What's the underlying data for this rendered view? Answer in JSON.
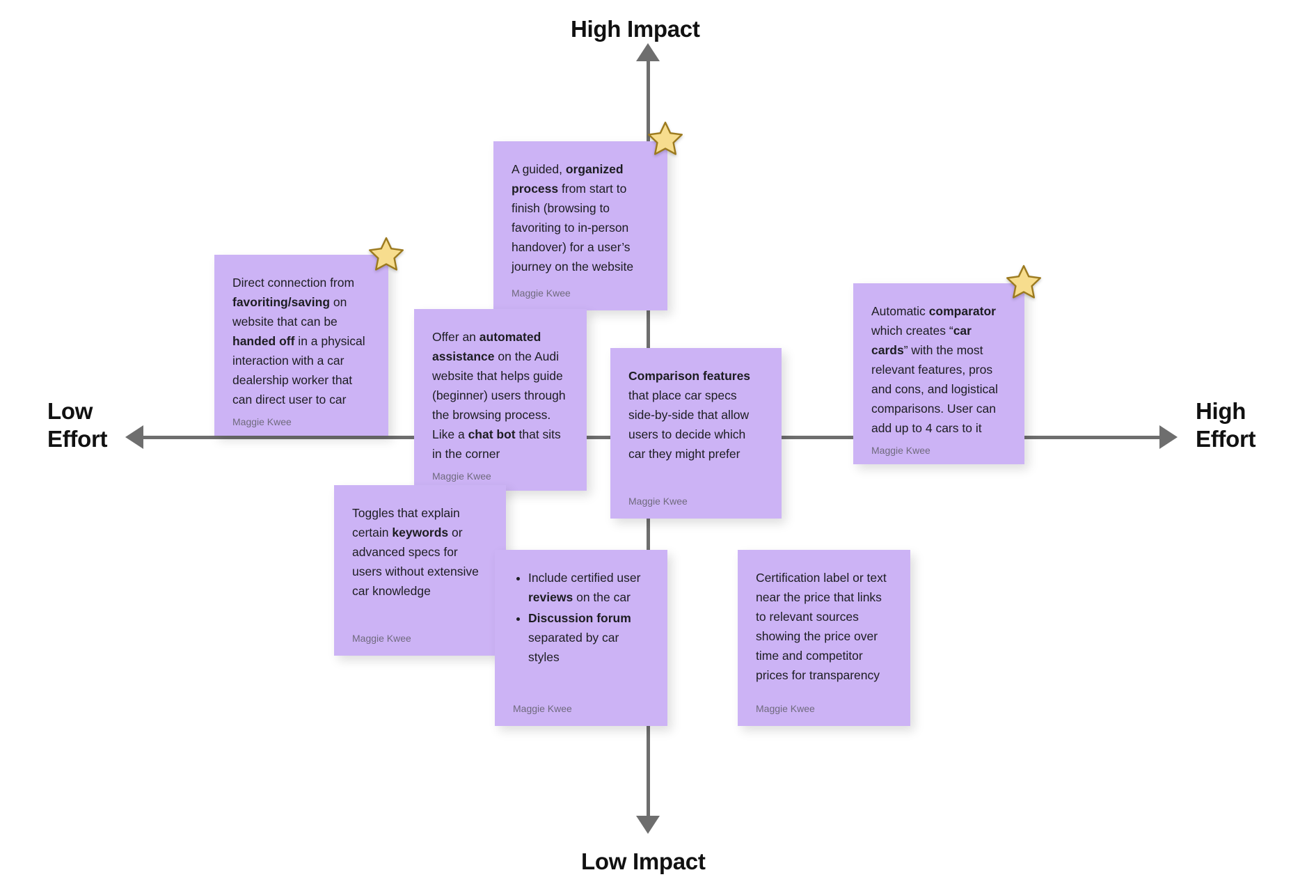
{
  "diagram": {
    "type": "impact-effort-matrix",
    "axes": {
      "top_label": "High Impact",
      "bottom_label": "Low Impact",
      "left_label": "Low\nEffort",
      "right_label": "High\nEffort",
      "axis_color": "#6e6e6e"
    },
    "note_color": "#ccb3f5",
    "author_default": "Maggie Kwee",
    "star_icon": "star-icon",
    "notes": [
      {
        "id": "direct-connection",
        "author": "Maggie Kwee",
        "starred": true,
        "segments": [
          {
            "text": "Direct connection from ",
            "bold": false
          },
          {
            "text": "favoriting/saving",
            "bold": true
          },
          {
            "text": " on website that can be ",
            "bold": false
          },
          {
            "text": "handed off",
            "bold": true
          },
          {
            "text": " in a physical interaction with a car dealership worker that can direct user to car",
            "bold": false
          }
        ]
      },
      {
        "id": "guided-process",
        "author": "Maggie Kwee",
        "starred": true,
        "segments": [
          {
            "text": "A guided, ",
            "bold": false
          },
          {
            "text": "organized process",
            "bold": true
          },
          {
            "text": " from start to finish (browsing to favoriting to in-person handover) for a user’s journey on the website",
            "bold": false
          }
        ]
      },
      {
        "id": "automated-assistance",
        "author": "Maggie Kwee",
        "starred": false,
        "segments": [
          {
            "text": "Offer an ",
            "bold": false
          },
          {
            "text": "automated assistance",
            "bold": true
          },
          {
            "text": " on the Audi website that helps guide (beginner) users through the browsing process. Like a ",
            "bold": false
          },
          {
            "text": "chat bot",
            "bold": true
          },
          {
            "text": " that sits in the corner",
            "bold": false
          }
        ]
      },
      {
        "id": "comparison-features",
        "author": "Maggie Kwee",
        "starred": false,
        "segments": [
          {
            "text": "Comparison features",
            "bold": true
          },
          {
            "text": " that place car specs side-by-side that allow users to decide which car they might prefer",
            "bold": false
          }
        ]
      },
      {
        "id": "automatic-comparator",
        "author": "Maggie Kwee",
        "starred": true,
        "segments": [
          {
            "text": "Automatic ",
            "bold": false
          },
          {
            "text": "comparator",
            "bold": true
          },
          {
            "text": " which creates “",
            "bold": false
          },
          {
            "text": "car cards",
            "bold": true
          },
          {
            "text": "” with the most relevant features, pros and cons, and logistical comparisons. User can add up to 4 cars to it",
            "bold": false
          }
        ]
      },
      {
        "id": "keyword-toggles",
        "author": "Maggie Kwee",
        "starred": false,
        "segments": [
          {
            "text": "Toggles that explain certain ",
            "bold": false
          },
          {
            "text": "keywords",
            "bold": true
          },
          {
            "text": " or advanced specs for users without extensive car knowledge",
            "bold": false
          }
        ]
      },
      {
        "id": "reviews-forum",
        "author": "Maggie Kwee",
        "starred": false,
        "bullets": [
          [
            {
              "text": "Include certified user ",
              "bold": false
            },
            {
              "text": "reviews",
              "bold": true
            },
            {
              "text": " on the car",
              "bold": false
            }
          ],
          [
            {
              "text": "Discussion forum",
              "bold": true
            },
            {
              "text": " separated by car styles",
              "bold": false
            }
          ]
        ]
      },
      {
        "id": "certification-label",
        "author": "Maggie Kwee",
        "starred": false,
        "segments": [
          {
            "text": "Certification label or text near the price that links to relevant sources showing the price over time and competitor prices for transparency",
            "bold": false
          }
        ]
      }
    ]
  }
}
